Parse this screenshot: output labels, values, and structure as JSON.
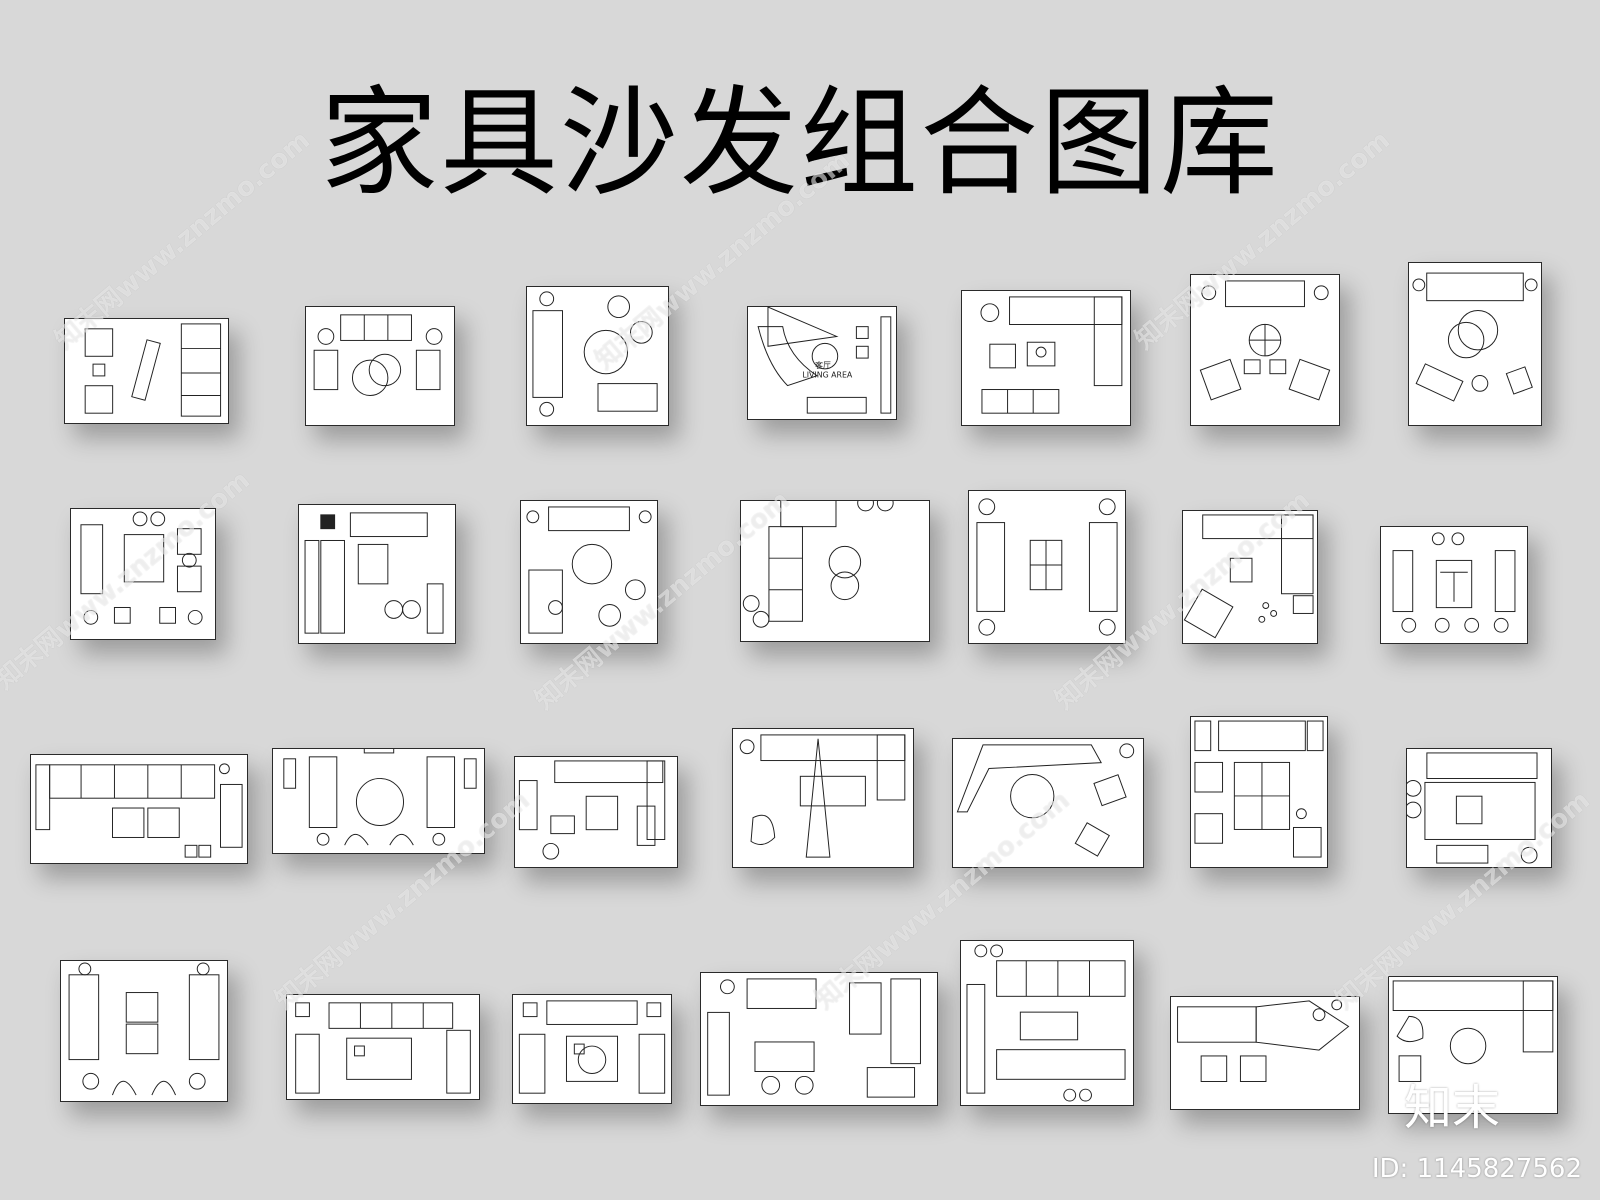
{
  "title": "家具沙发组合图库",
  "watermark_text": "知末网www.znzmo.com",
  "brand": "知末",
  "image_id": "ID: 1145827562",
  "plan_labels": {
    "room_cn": "客厅",
    "room_en": "LIVING AREA"
  },
  "layout_count": 28
}
